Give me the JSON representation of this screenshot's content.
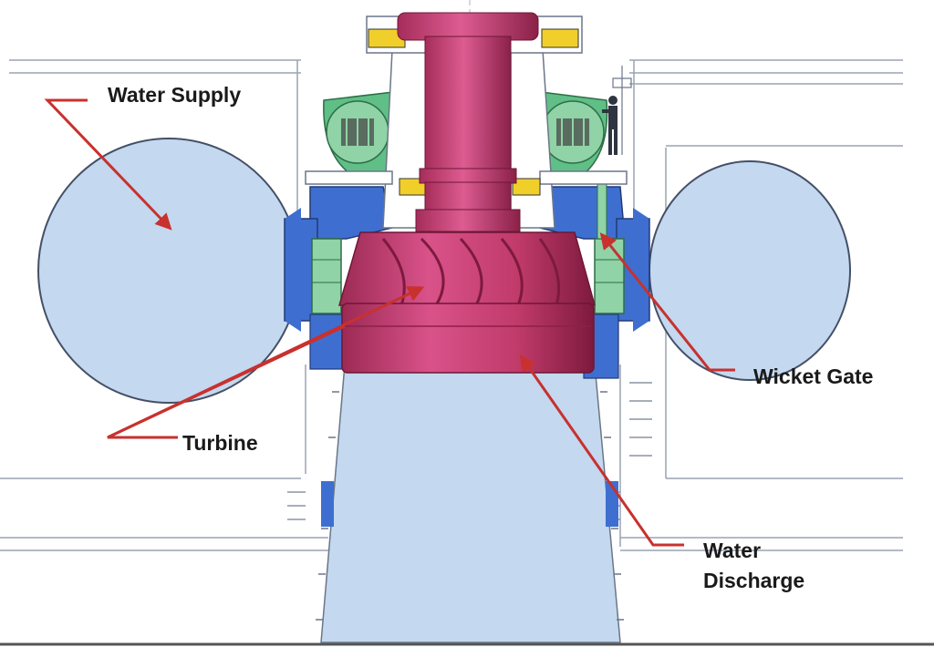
{
  "labels": {
    "water_supply": "Water Supply",
    "turbine": "Turbine",
    "wicket_gate": "Wicket Gate",
    "water_discharge_line1": "Water",
    "water_discharge_line2": "Discharge"
  },
  "colors": {
    "arrow": "#c8312e",
    "water": "#c4d8ef",
    "runner": "#c03a6a",
    "runner_dark": "#8d2048",
    "casing_blue": "#3e6fd0",
    "wicket_green": "#8fd3a7",
    "generator_green": "#5fbf86",
    "bearing_yellow": "#f1cf2a",
    "line": "#6b7688"
  }
}
